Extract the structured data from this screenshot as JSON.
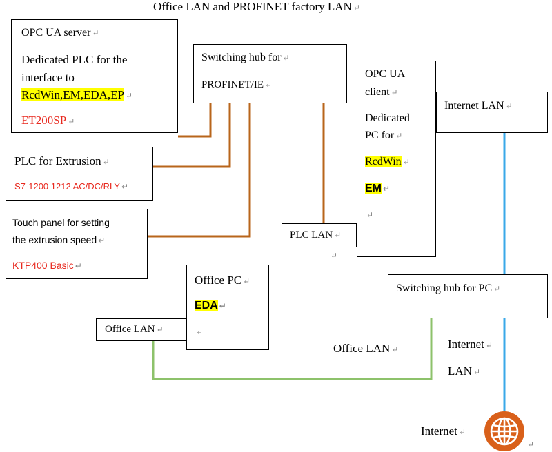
{
  "title": "Office LAN and PROFINET factory LAN",
  "return_mark": "↵",
  "opcua_server": {
    "title": "OPC UA server",
    "line1": "Dedicated PLC for the",
    "line2": "interface to",
    "line3": "RcdWin,EM,EDA,EP",
    "model": "ET200SP"
  },
  "switch_profinet": {
    "line1": "Switching hub for",
    "line2": "PROFINET/IE"
  },
  "opcua_client": {
    "line1": "OPC UA",
    "line2": "client",
    "line3": "Dedicated",
    "line4": "PC for",
    "app1": "RcdWin",
    "app2": "EM"
  },
  "internet_lan_box": {
    "label": "Internet LAN"
  },
  "plc_extrusion": {
    "title": "PLC for Extrusion",
    "model": "S7-1200 1212 AC/DC/RLY"
  },
  "touch_panel": {
    "line1": "Touch panel for setting",
    "line2": "the extrusion speed",
    "model": "KTP400 Basic"
  },
  "plc_lan": {
    "label": "PLC LAN"
  },
  "office_pc": {
    "title": "Office PC",
    "app": "EDA"
  },
  "office_lan_box": {
    "label": "Office LAN"
  },
  "switch_pc": {
    "label": "Switching hub for PC"
  },
  "office_lan_text": "Office LAN",
  "internet_lan_text": {
    "line1": "Internet",
    "line2": "LAN"
  },
  "internet_text": "Internet",
  "colors": {
    "profinet": "#b8651b",
    "office": "#8dc26b",
    "internet": "#3aa8e8",
    "globe": "#d9601a"
  },
  "icons": {
    "globe": "globe-icon"
  }
}
